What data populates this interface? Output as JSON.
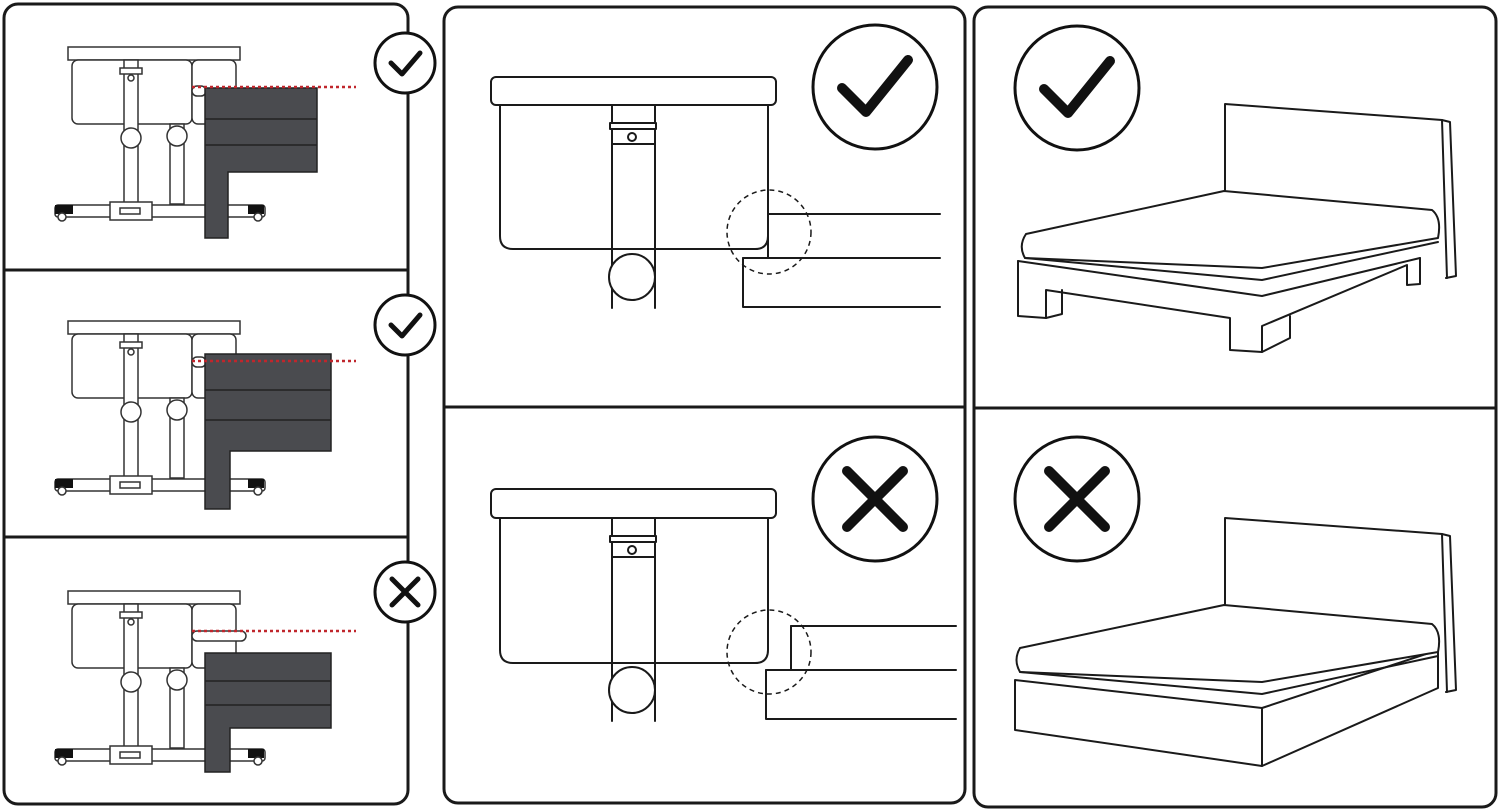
{
  "colors": {
    "stroke": "#1a1a1a",
    "mattress": "#4a4b4f",
    "guide_line": "#c0262c",
    "background": "#ffffff"
  },
  "icons": {
    "correct": "check-icon",
    "incorrect": "cross-icon"
  },
  "panels": [
    {
      "name": "height-level-flush",
      "status": "correct"
    },
    {
      "name": "height-level-below",
      "status": "correct"
    },
    {
      "name": "height-level-above",
      "status": "incorrect"
    },
    {
      "name": "gap-aligned",
      "status": "correct"
    },
    {
      "name": "gap-misaligned",
      "status": "incorrect"
    },
    {
      "name": "bed-with-legs",
      "status": "correct"
    },
    {
      "name": "bed-with-solid-base",
      "status": "incorrect"
    }
  ]
}
